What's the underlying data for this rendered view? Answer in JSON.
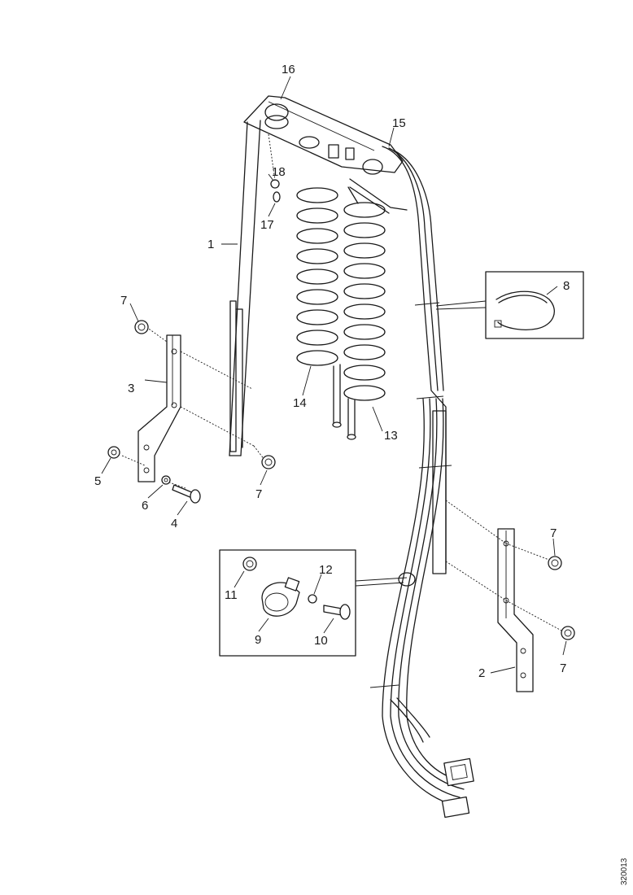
{
  "document_id": "320013",
  "callouts": {
    "c1": "1",
    "c2": "2",
    "c3": "3",
    "c4": "4",
    "c5": "5",
    "c6": "6",
    "c7a": "7",
    "c7b": "7",
    "c7c": "7",
    "c7d": "7",
    "c8": "8",
    "c9": "9",
    "c10": "10",
    "c11": "11",
    "c12": "12",
    "c13": "13",
    "c14": "14",
    "c15": "15",
    "c16": "16",
    "c17": "17",
    "c18": "18"
  }
}
